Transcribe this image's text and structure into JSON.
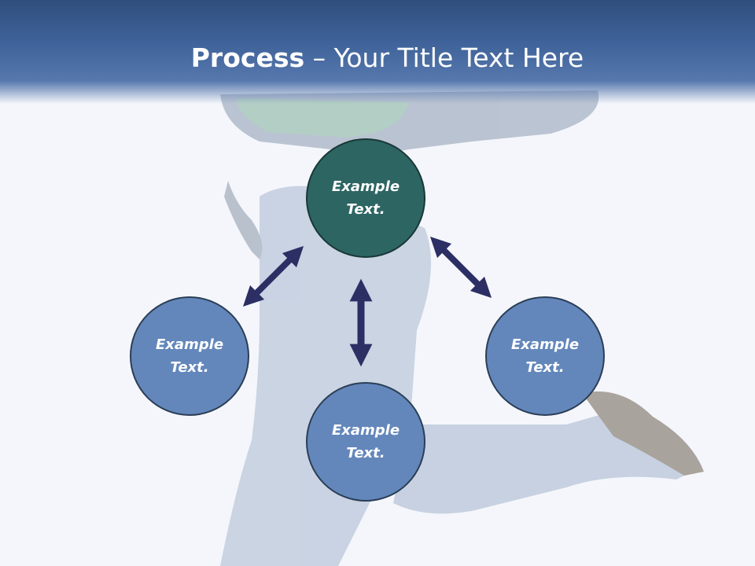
{
  "title": {
    "bold": "Process",
    "rest": " – Your Title Text Here"
  },
  "nodes": {
    "center": "Example Text.",
    "left": "Example Text.",
    "bottom": "Example Text.",
    "right": "Example Text."
  },
  "colors": {
    "title_bar": "#3e6299",
    "center_node": "#2d6563",
    "side_node": "#6387bb",
    "arrow": "#2c2f64"
  }
}
